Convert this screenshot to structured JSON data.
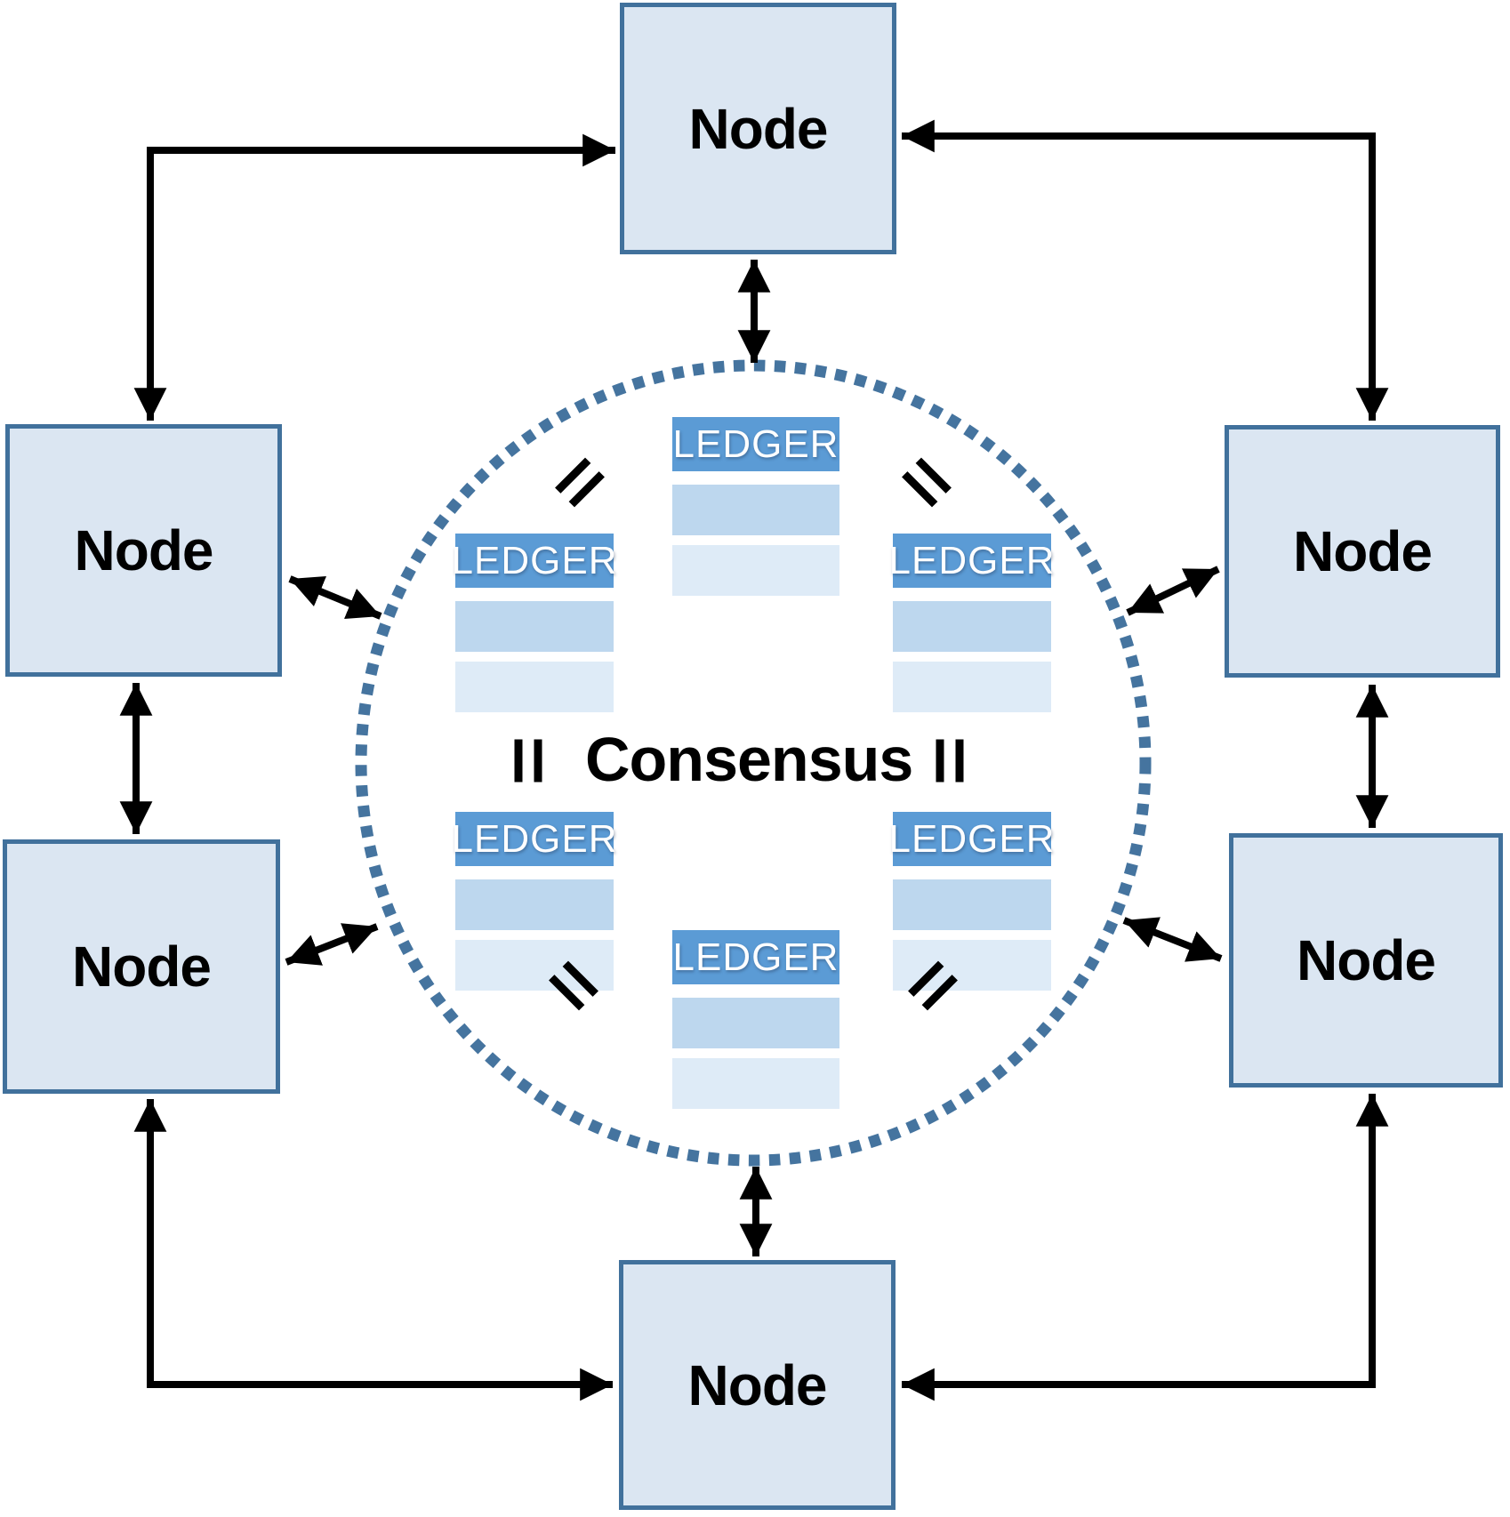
{
  "consensus": {
    "label": "Consensus"
  },
  "nodes": [
    {
      "id": "top",
      "label": "Node"
    },
    {
      "id": "upper-left",
      "label": "Node"
    },
    {
      "id": "upper-right",
      "label": "Node"
    },
    {
      "id": "lower-left",
      "label": "Node"
    },
    {
      "id": "lower-right",
      "label": "Node"
    },
    {
      "id": "bottom",
      "label": "Node"
    }
  ],
  "ledgers": [
    {
      "id": "top",
      "label": "LEDGER"
    },
    {
      "id": "upper-left",
      "label": "LEDGER"
    },
    {
      "id": "upper-right",
      "label": "LEDGER"
    },
    {
      "id": "lower-left",
      "label": "LEDGER"
    },
    {
      "id": "lower-right",
      "label": "LEDGER"
    },
    {
      "id": "bottom",
      "label": "LEDGER"
    }
  ],
  "colors": {
    "node_fill": "#dbe6f2",
    "node_border": "#41719c",
    "ledger_header": "#5b9bd5",
    "ledger_row_mid": "#bdd7ee",
    "ledger_row_light": "#deebf7",
    "circle_dots": "#45749f",
    "arrow": "#000000"
  }
}
